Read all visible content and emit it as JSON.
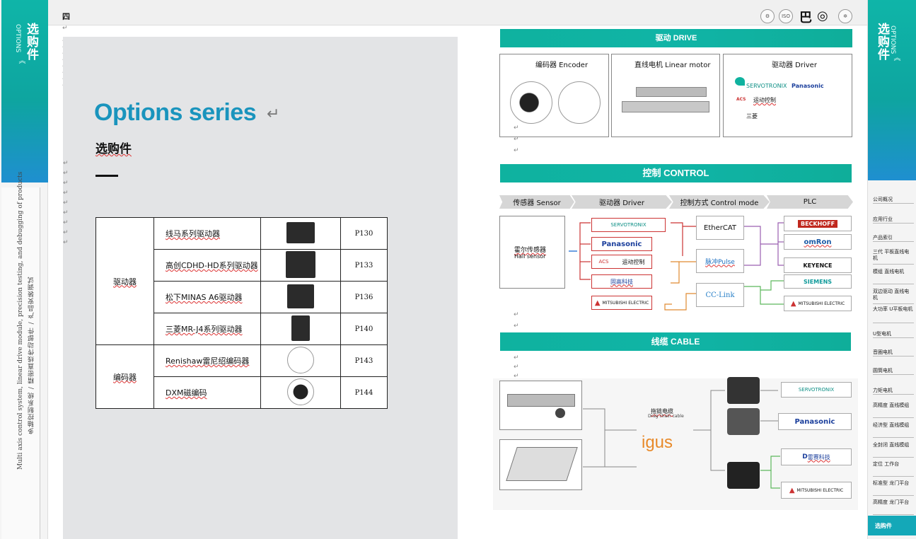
{
  "toolbar": {
    "left_mark": "四",
    "icons": [
      "gear-badge-icon",
      "iso-badge-icon",
      "ba-glyph-icon",
      "ring-icon",
      "settings-badge-icon"
    ],
    "iso_text": "ISO",
    "ba_glyph": "巴",
    "ring_glyph": "◎"
  },
  "left_rail": {
    "tab_title": "选购件",
    "tab_subtitle": "OPTIONS",
    "tab_arrows": "《",
    "vertical_en": "Multi axis control system, linear drive module, precision testing, and debugging of products",
    "vertical_cn": "多轴控制系统 / 精密直线传动部件 / 产品安装调试"
  },
  "left_page": {
    "title": "Options series",
    "subtitle": "选购件",
    "table": {
      "groups": [
        {
          "category": "驱动器",
          "rows": [
            {
              "name": "线马系列驱动器",
              "page": "P130"
            },
            {
              "name": "高创CDHD-HD系列驱动器",
              "page": "P133"
            },
            {
              "name": "松下MINAS A6驱动器",
              "page": "P136"
            },
            {
              "name": "三菱MR-J4系列驱动器",
              "page": "P140"
            }
          ]
        },
        {
          "category": "编码器",
          "rows": [
            {
              "name": "Renishaw雷尼绍编码器",
              "page": "P143"
            },
            {
              "name": "DXM磁编码",
              "page": "P144"
            }
          ]
        }
      ]
    }
  },
  "drive": {
    "title": "驱动 DRIVE",
    "encoder_label": "编码器 Encoder",
    "linear_label": "直线电机 Linear motor",
    "driver_label": "驱动器 Driver",
    "brand_servotronix": "SERVOTRONIX",
    "brand_panasonic": "Panasonic",
    "brand_acs": "ACS",
    "acs_text": "运动控制",
    "mitsubishi_text": "三菱"
  },
  "control": {
    "title": "控制 CONTROL",
    "steps": [
      "传感器 Sensor",
      "驱动器 Driver",
      "控制方式 Control mode",
      "PLC"
    ],
    "sensor_title": "霍尔传感器",
    "sensor_en": "Hall sensor",
    "drivers": [
      "SERVOTRONIX",
      "Panasonic",
      "ACS",
      "运动控制",
      "固高科技",
      "MITSUBISHI ELECTRIC"
    ],
    "modes": [
      "EtherCAT",
      "脉冲Pulse",
      "CC-Link"
    ],
    "plc": [
      "BECKHOFF",
      "omRon",
      "KEYENCE",
      "SIEMENS",
      "MITSUBISHI ELECTRIC"
    ]
  },
  "cable": {
    "title": "线缆 CABLE",
    "drag_cn": "拖链电缆",
    "drag_en": "Drag chain cable",
    "igus": "igus",
    "brands": [
      "SERVOTRONIX",
      "Panasonic",
      "雷赛科技",
      "MITSUBISHI ELECTRIC"
    ]
  },
  "right_rail": {
    "tab_title": "选购件",
    "tab_subtitle": "OPTIONS",
    "tab_arrows": "《",
    "nav": [
      "公司概况",
      "应用行业",
      "产品索引",
      "三代 平板直线电机",
      "模组 直线电机",
      "双边驱动 直线电机",
      "大功率 U平板电机",
      "U型电机",
      "音圈电机",
      "圆筒电机",
      "力矩电机",
      "高精度 直线模组",
      "经济型 直线模组",
      "全封闭 直线模组",
      "定位 工作台",
      "标准型 龙门平台",
      "高精度 龙门平台"
    ],
    "active": "选购件"
  },
  "colors": {
    "accent_teal": "#0fb29f",
    "title_blue": "#1a94bd",
    "page_gray": "#e3e4e6",
    "red_line": "#cc3333",
    "orange_line": "#e08a30",
    "green_line": "#5cb85c",
    "purple_line": "#9a5fb0"
  }
}
